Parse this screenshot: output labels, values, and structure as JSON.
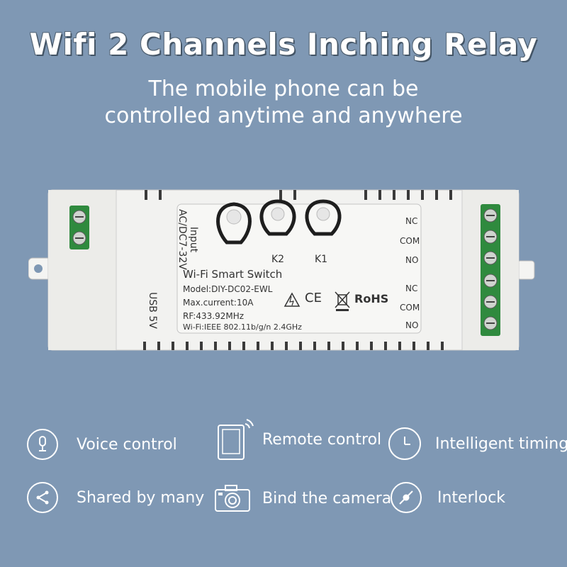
{
  "header": {
    "title": "Wifi 2 Channels Inching Relay",
    "subtitle_line1": "The mobile phone can be",
    "subtitle_line2": "controlled anytime and anywhere"
  },
  "device": {
    "input_line1": "Input",
    "input_line2": "AC/DC7-32V",
    "usb": "USB 5V",
    "button_k2": "K2",
    "button_k1": "K1",
    "name": "Wi-Fi Smart Switch",
    "model": "Model:DIY-DC02-EWL",
    "max_current": "Max.current:10A",
    "rf": "RF:433.92MHz",
    "wifi": "Wi-Fi:IEEE 802.11b/g/n 2.4GHz",
    "ce": "CE",
    "rohs": "RoHS",
    "terminals": [
      "NC",
      "COM",
      "NO",
      "NC",
      "COM",
      "NO"
    ]
  },
  "features": [
    {
      "label": "Voice control",
      "icon": "microphone-icon"
    },
    {
      "label": "Remote control",
      "icon": "tablet-wifi-icon"
    },
    {
      "label": "Intelligent timing",
      "icon": "clock-icon"
    },
    {
      "label": "Shared by many",
      "icon": "share-icon"
    },
    {
      "label": "Bind the camera",
      "icon": "camera-icon"
    },
    {
      "label": "Interlock",
      "icon": "interlock-icon"
    }
  ],
  "colors": {
    "background": "#7f98b4",
    "device_body": "#f2f2f0",
    "terminal_green": "#2f8a3e"
  }
}
